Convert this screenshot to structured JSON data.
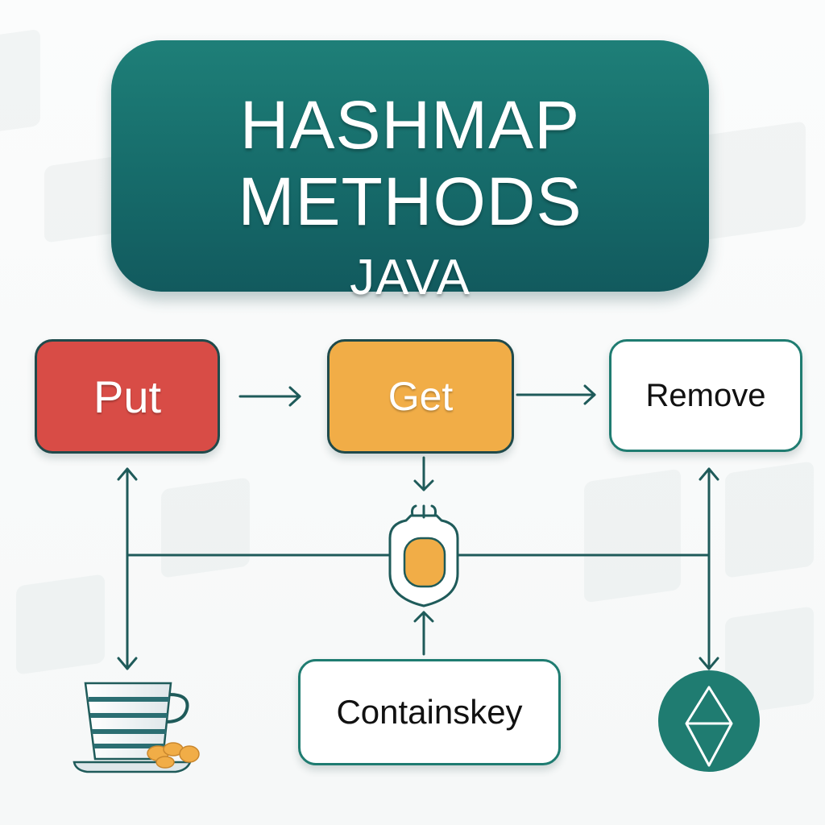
{
  "title": {
    "line1": "HASHMAP",
    "line2": "METHODS",
    "line3": "JAVA"
  },
  "methods": {
    "put": "Put",
    "get": "Get",
    "remove": "Remove",
    "contains_key": "Containskey"
  },
  "icons": {
    "center": "bucket-node-icon",
    "bottom_left": "teacup-icon",
    "bottom_right": "diamond-circle-icon"
  },
  "colors": {
    "banner": "#176d6b",
    "put": "#d84c46",
    "get": "#f1ad47",
    "line": "#1f5b5a",
    "accent": "#1f7c71",
    "icon_orange": "#f1ad47"
  }
}
